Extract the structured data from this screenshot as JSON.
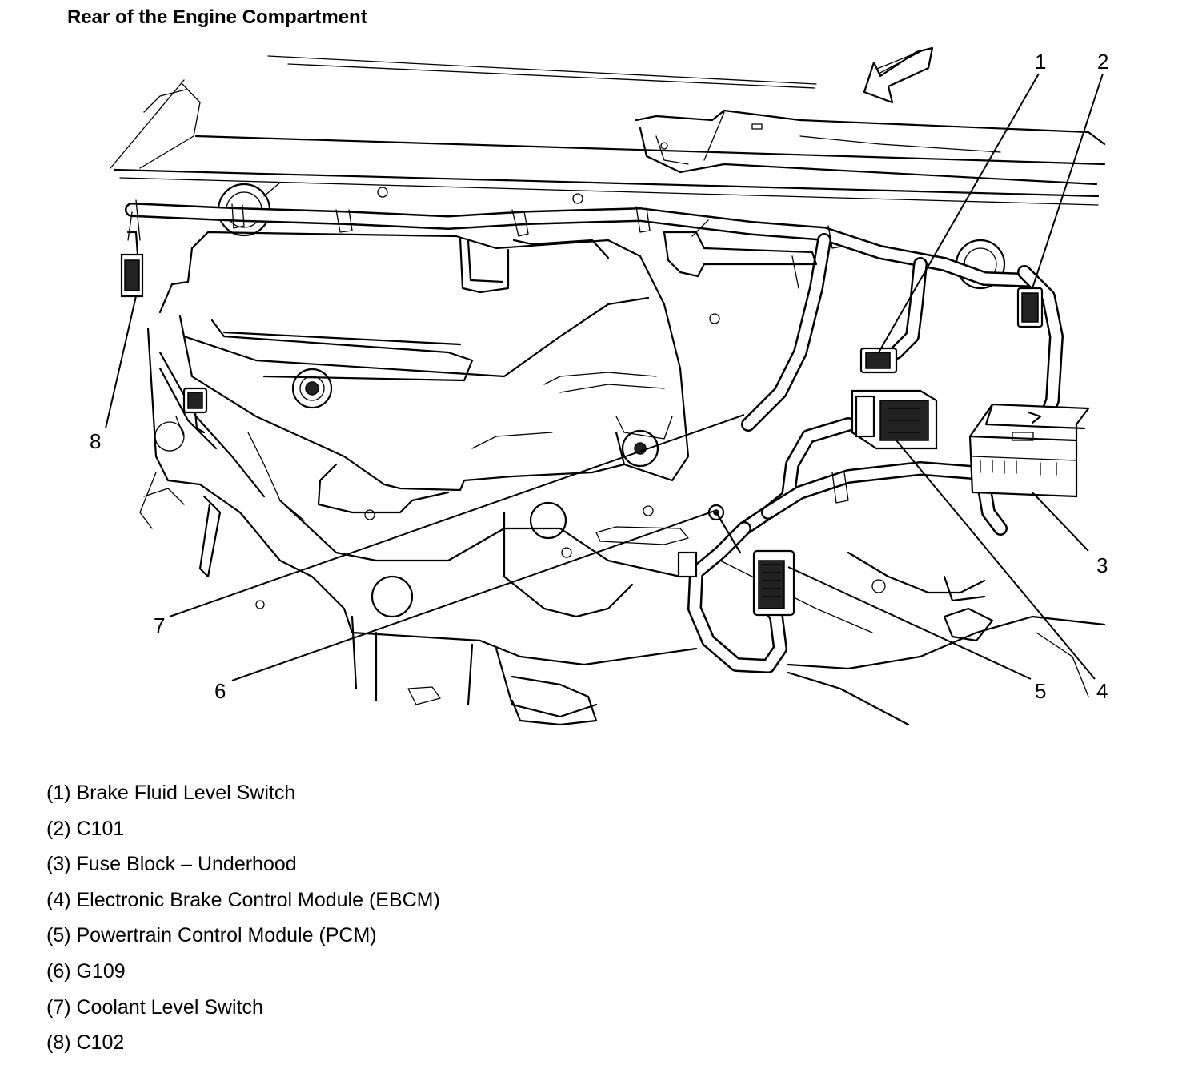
{
  "title": "Rear of the Engine Compartment",
  "callouts": [
    "1",
    "2",
    "3",
    "4",
    "5",
    "6",
    "7",
    "8"
  ],
  "legend": [
    "(1) Brake Fluid Level Switch",
    "(2) C101",
    "(3) Fuse Block – Underhood",
    "(4) Electronic Brake Control Module (EBCM)",
    "(5) Powertrain Control Module (PCM)",
    "(6) G109",
    "(7) Coolant Level Switch",
    "(8) C102"
  ],
  "colors": {
    "line": "#000000",
    "background": "#ffffff"
  },
  "icons": [
    "direction-arrow-icon"
  ]
}
